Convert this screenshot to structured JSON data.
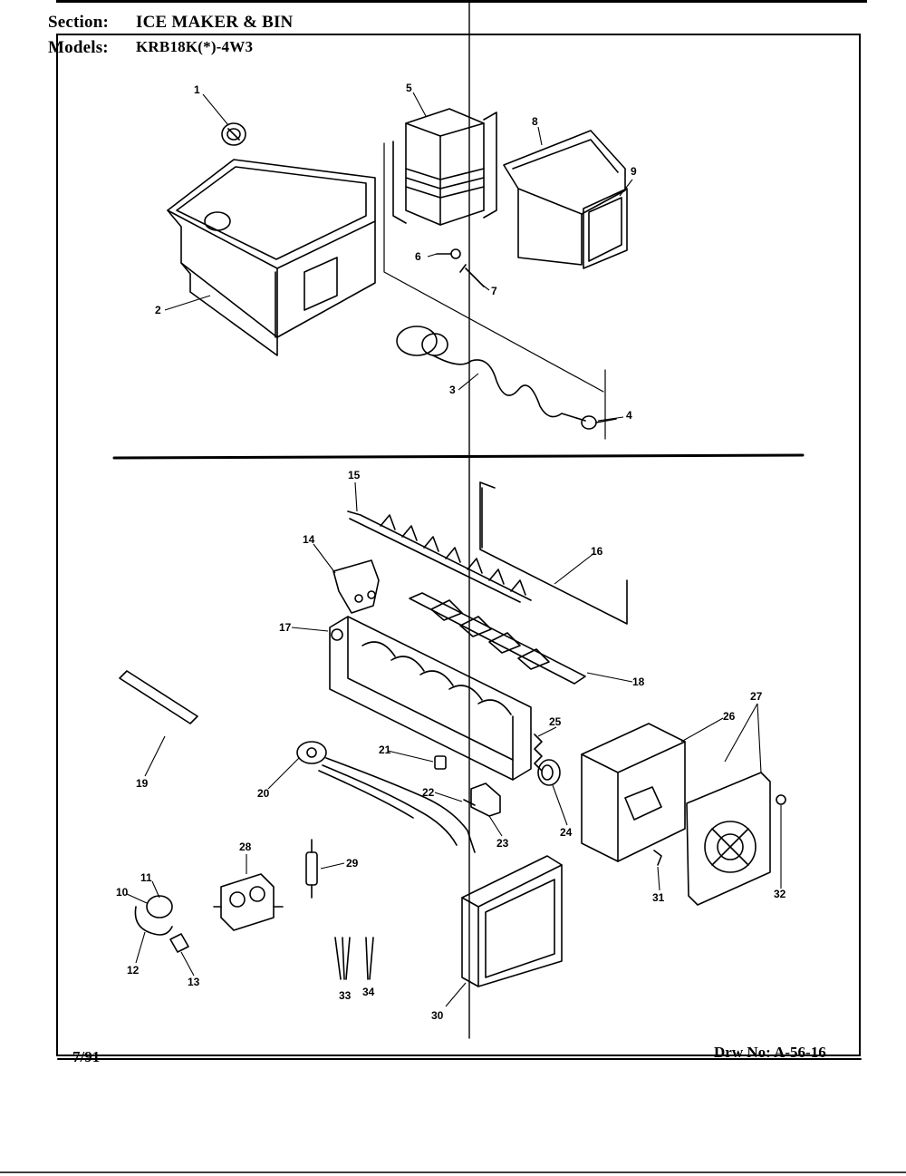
{
  "header": {
    "section_label": "Section:",
    "section_value": "ICE MAKER & BIN",
    "models_label": "Models:",
    "models_value": "KRB18K(*)-4W3"
  },
  "footer": {
    "date": "7/91",
    "drawing_number": "Drw No: A-56-16"
  },
  "callouts": {
    "c1": "1",
    "c2": "2",
    "c3": "3",
    "c4": "4",
    "c5": "5",
    "c6": "6",
    "c7": "7",
    "c8": "8",
    "c9": "9",
    "c10": "10",
    "c11": "11",
    "c12": "12",
    "c13": "13",
    "c14": "14",
    "c15": "15",
    "c16": "16",
    "c17": "17",
    "c18": "18",
    "c19": "19",
    "c20": "20",
    "c21": "21",
    "c22": "22",
    "c23": "23",
    "c24": "24",
    "c25": "25",
    "c26": "26",
    "c27": "27",
    "c28": "28",
    "c29": "29",
    "c30": "30",
    "c31": "31",
    "c32": "32",
    "c33": "33",
    "c34": "34"
  }
}
